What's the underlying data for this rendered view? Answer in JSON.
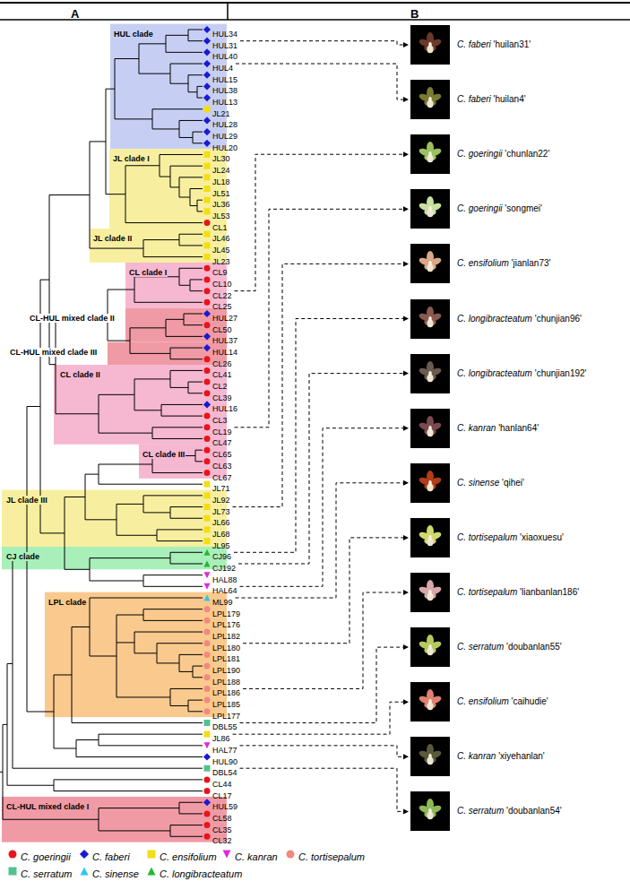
{
  "diagram": {
    "nodes": [
      {
        "text": [
          "HUL clade"
        ]
      },
      {
        "text": [
          "JL clade I"
        ]
      },
      {
        "text": [
          "JL clade II"
        ]
      },
      {
        "text": [
          "CL clade I"
        ]
      },
      {
        "text": [
          "CL-HUL mixed clade II"
        ]
      },
      {
        "text": [
          "CL-HUL mixed clade III"
        ]
      },
      {
        "text": [
          "CL clade II"
        ]
      },
      {
        "text": [
          "CL clade III"
        ]
      },
      {
        "text": [
          "JL clade III"
        ]
      },
      {
        "text": [
          "CJ clade"
        ]
      },
      {
        "text": [
          "LPL clade"
        ]
      },
      {
        "text": [
          "CL-HUL mixed clade I"
        ]
      },
      {
        "text": [
          "C. faberi 'huilan31'"
        ]
      },
      {
        "text": [
          "C. faberi 'huilan4'"
        ]
      },
      {
        "text": [
          "C. goeringii 'chunlan22'"
        ]
      },
      {
        "text": [
          "C. goeringii 'songmei'"
        ]
      },
      {
        "text": [
          "C. ensifolium 'jianlan73'"
        ]
      },
      {
        "text": [
          "C. longibracteatum 'chunjian96'"
        ]
      },
      {
        "text": [
          "C. longibracteatum 'chunjian192'"
        ]
      },
      {
        "text": [
          "C. kanran 'hanlan64'"
        ]
      },
      {
        "text": [
          "C. sinense 'qihei'"
        ]
      },
      {
        "text": [
          "C. tortisepalum 'xiaoxuesu'"
        ]
      },
      {
        "text": [
          "C. tortisepalum 'lianbanlan186'"
        ]
      },
      {
        "text": [
          "C. serratum 'doubanlan55'"
        ]
      },
      {
        "text": [
          "C. ensifolium 'caihudie'"
        ]
      },
      {
        "text": [
          "C. kanran 'xiyehanlan'"
        ]
      },
      {
        "text": [
          "C. serratum 'doubanlan54'"
        ]
      }
    ],
    "labels": [
      "A",
      "B",
      "HUL34",
      "HUL31",
      "HUL40",
      "HUL4",
      "HUL15",
      "HUL38",
      "HUL13",
      "JL21",
      "HUL28",
      "HUL29",
      "HUL20",
      "JL30",
      "JL24",
      "JL18",
      "JL51",
      "JL36",
      "JL53",
      "CL1",
      "JL46",
      "JL45",
      "JL23",
      "CL9",
      "CL10",
      "CL22",
      "CL25",
      "HUL27",
      "CL50",
      "HUL37",
      "HUL14",
      "CL26",
      "CL41",
      "CL2",
      "CL39",
      "HUL16",
      "CL3",
      "CL19",
      "CL47",
      "CL65",
      "CL63",
      "CL67",
      "JL71",
      "JL92",
      "JL73",
      "JL66",
      "JL68",
      "JL95",
      "CJ96",
      "CJ192",
      "HAL88",
      "HAL64",
      "ML99",
      "LPL179",
      "LPL176",
      "LPL182",
      "LPL180",
      "LPL181",
      "LPL190",
      "LPL188",
      "LPL186",
      "LPL185",
      "LPL177",
      "DBL55",
      "JL86",
      "HAL77",
      "HUL90",
      "DBL54",
      "CL44",
      "CL17",
      "HUL59",
      "CL58",
      "CL35",
      "CL32"
    ],
    "legend": [
      {
        "text": "C. goeringii",
        "color": "#e8141c"
      },
      {
        "text": "C. faberi",
        "color": "#1a1ad0"
      },
      {
        "text": "C. ensifolium",
        "color": "#f2de12"
      },
      {
        "text": "C. kanran",
        "color": "#e02ad8"
      },
      {
        "text": "C. tortisepalum",
        "color": "#f08a80"
      },
      {
        "text": "C. serratum",
        "color": "#52c38f"
      },
      {
        "text": "C. sinense",
        "color": "#2ec8e8"
      },
      {
        "text": "C. longibracteatum",
        "color": "#22b832"
      }
    ]
  }
}
